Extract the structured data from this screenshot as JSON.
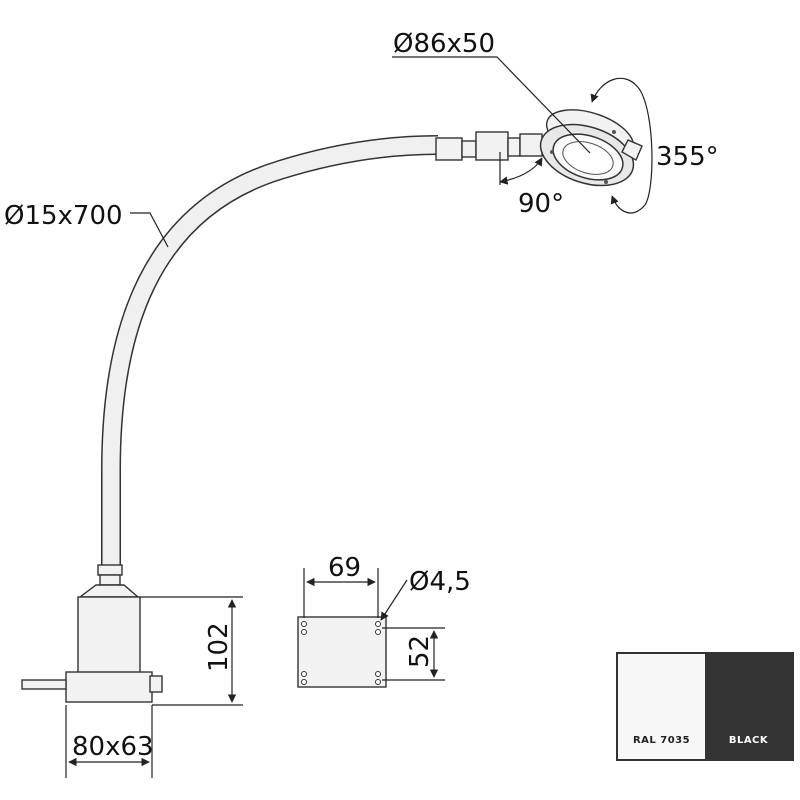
{
  "dimensions": {
    "head": "Ø86x50",
    "arm": "Ø15x700",
    "rotation": "355°",
    "tilt": "90°",
    "base_height": "102",
    "base_size": "80x63",
    "plate_width": "69",
    "hole_diameter": "Ø4,5",
    "plate_height": "52"
  },
  "colors": [
    {
      "label": "RAL 7035",
      "hex": "#f7f7f7",
      "text_color": "#222222"
    },
    {
      "label": "BLACK",
      "hex": "#333333",
      "text_color": "#ffffff"
    }
  ]
}
